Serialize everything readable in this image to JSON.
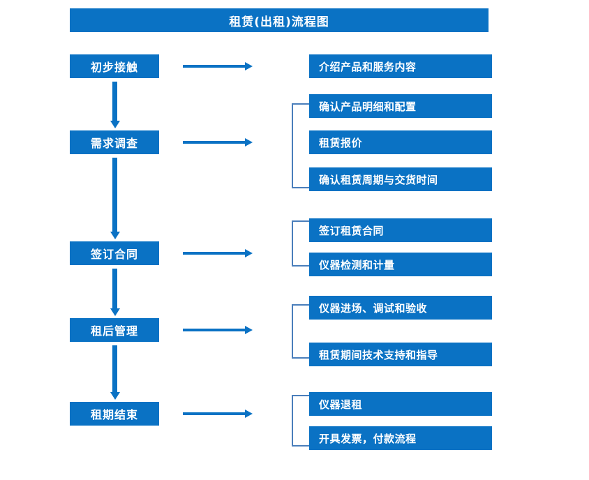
{
  "colors": {
    "box_fill": "#0A72C4",
    "box_text": "#FFFFFF",
    "arrow": "#0A72C4",
    "bracket": "#4A7EBB",
    "background": "#FFFFFF"
  },
  "title": "租赁(出租)流程图",
  "stages": [
    {
      "id": "initial-contact",
      "label": "初步接触"
    },
    {
      "id": "needs-survey",
      "label": "需求调查"
    },
    {
      "id": "sign-contract",
      "label": "签订合同"
    },
    {
      "id": "post-rent-manage",
      "label": "租后管理"
    },
    {
      "id": "lease-end",
      "label": "租期结束"
    }
  ],
  "details": [
    {
      "label": "介绍产品和服务内容"
    },
    {
      "label": "确认产品明细和配置"
    },
    {
      "label": "租赁报价"
    },
    {
      "label": "确认租赁周期与交货时间"
    },
    {
      "label": "签订租赁合同"
    },
    {
      "label": "仪器检测和计量"
    },
    {
      "label": "仪器进场、调试和验收"
    },
    {
      "label": "租赁期间技术支持和指导"
    },
    {
      "label": "仪器退租"
    },
    {
      "label": "开具发票，付款流程"
    }
  ],
  "flow": {
    "direction": "top-to-bottom",
    "stage_count": 5,
    "detail_count": 10,
    "groups": [
      {
        "stage": "初步接触",
        "details": [
          "介绍产品和服务内容"
        ],
        "bracketed": false
      },
      {
        "stage": "需求调查",
        "details": [
          "确认产品明细和配置",
          "租赁报价",
          "确认租赁周期与交货时间"
        ],
        "bracketed": true
      },
      {
        "stage": "签订合同",
        "details": [
          "签订租赁合同",
          "仪器检测和计量"
        ],
        "bracketed": true
      },
      {
        "stage": "租后管理",
        "details": [
          "仪器进场、调试和验收",
          "租赁期间技术支持和指导"
        ],
        "bracketed": true
      },
      {
        "stage": "租期结束",
        "details": [
          "仪器退租",
          "开具发票，付款流程"
        ],
        "bracketed": true
      }
    ]
  }
}
